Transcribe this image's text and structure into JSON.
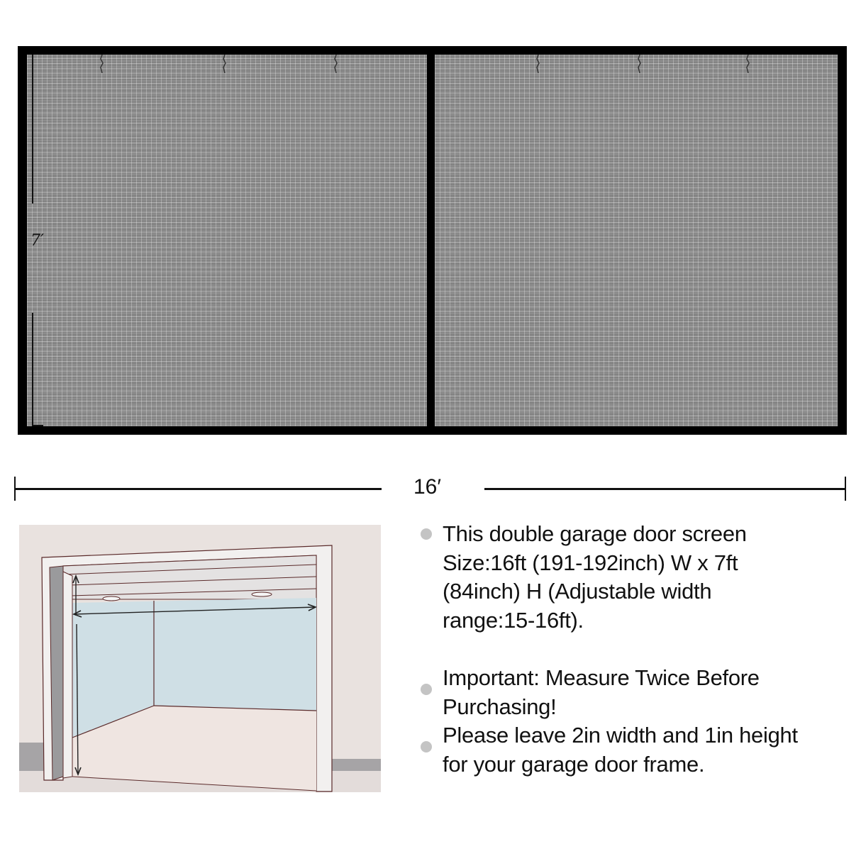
{
  "product_image": {
    "screen": {
      "panels": 2,
      "hooks_per_panel": 3,
      "height_label": "7′",
      "colors": {
        "frame": "#000000",
        "mesh": "#8e8e8e"
      }
    },
    "width_dimension": {
      "label": "16′"
    },
    "illustration": {
      "description": "garage door opening with width and height measurement arrows",
      "colors": {
        "wall": "#e9e2df",
        "interior_wall": "#cfdfe5",
        "floor": "#efe5e1",
        "trim": "#f2f0ef",
        "baseboard": "#a6a4a6",
        "outline": "#5a2a2a"
      }
    },
    "bullets": [
      {
        "text": "This double garage door screen\nSize:16ft (191-192inch) W x 7ft\n(84inch) H (Adjustable width\nrange:15-16ft)."
      },
      {
        "text": "Important: Measure Twice Before\nPurchasing!"
      },
      {
        "text": "Please leave 2in width and 1in height\nfor your garage door frame."
      }
    ],
    "bullet_color": "#c4c4c4"
  }
}
